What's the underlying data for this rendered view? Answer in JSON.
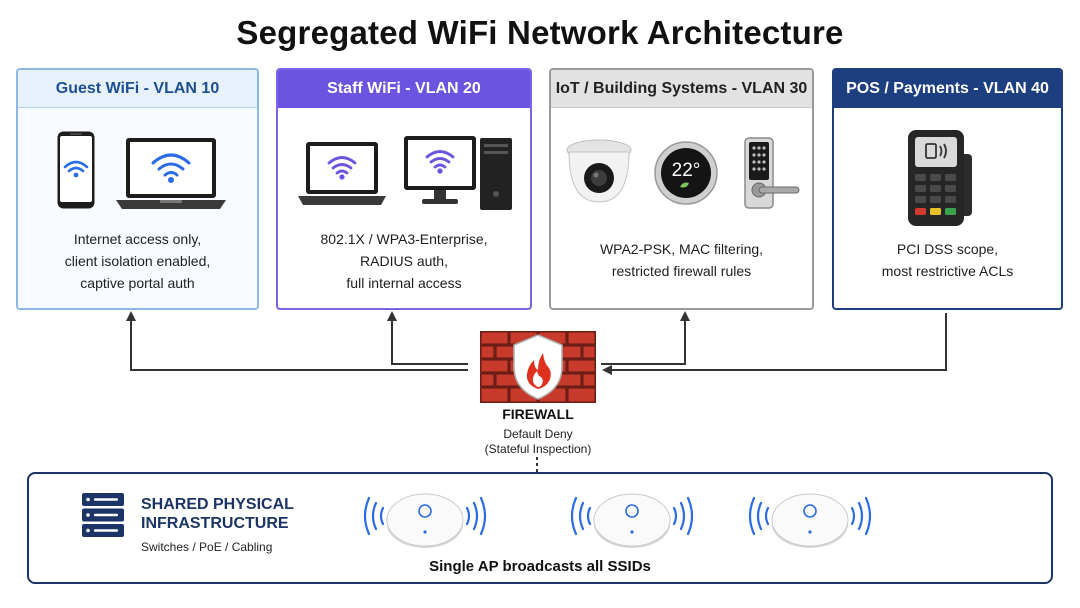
{
  "title": "Segregated WiFi Network Architecture",
  "cards": {
    "guest": {
      "header": "Guest WiFi - VLAN 10",
      "lines": [
        "Internet access only,",
        "client isolation enabled,",
        "captive portal auth"
      ]
    },
    "staff": {
      "header": "Staff WiFi - VLAN 20",
      "lines": [
        "802.1X / WPA3-Enterprise,",
        "RADIUS auth,",
        "full internal access"
      ]
    },
    "iot": {
      "header": "IoT / Building Systems - VLAN 30",
      "lines": [
        "WPA2-PSK, MAC filtering,",
        "restricted firewall rules"
      ],
      "thermostat_reading": "22°"
    },
    "pos": {
      "header": "POS / Payments - VLAN 40",
      "lines": [
        "PCI DSS scope,",
        "most restrictive ACLs"
      ]
    }
  },
  "firewall": {
    "title": "FIREWALL",
    "subtitle_1": "Default Deny",
    "subtitle_2": "(Stateful Inspection)"
  },
  "infrastructure": {
    "title_line_1": "SHARED PHYSICAL",
    "title_line_2": "INFRASTRUCTURE",
    "subtitle": "Switches / PoE / Cabling",
    "caption": "Single AP broadcasts all SSIDs"
  },
  "icons": [
    "smartphone-icon",
    "laptop-icon",
    "desktop-computer-icon",
    "security-camera-icon",
    "thermostat-icon",
    "smart-lock-icon",
    "payment-terminal-icon",
    "firewall-icon",
    "server-rack-icon",
    "access-point-icon",
    "wifi-icon"
  ],
  "colors": {
    "guest_accent": "#1d4f91",
    "staff_accent": "#6b54e0",
    "iot_accent": "#9b9b9b",
    "pos_accent": "#1d3f80",
    "firewall_brick": "#c83a2c",
    "infra_border": "#1d3566",
    "wifi_blue": "#2b6be6"
  }
}
